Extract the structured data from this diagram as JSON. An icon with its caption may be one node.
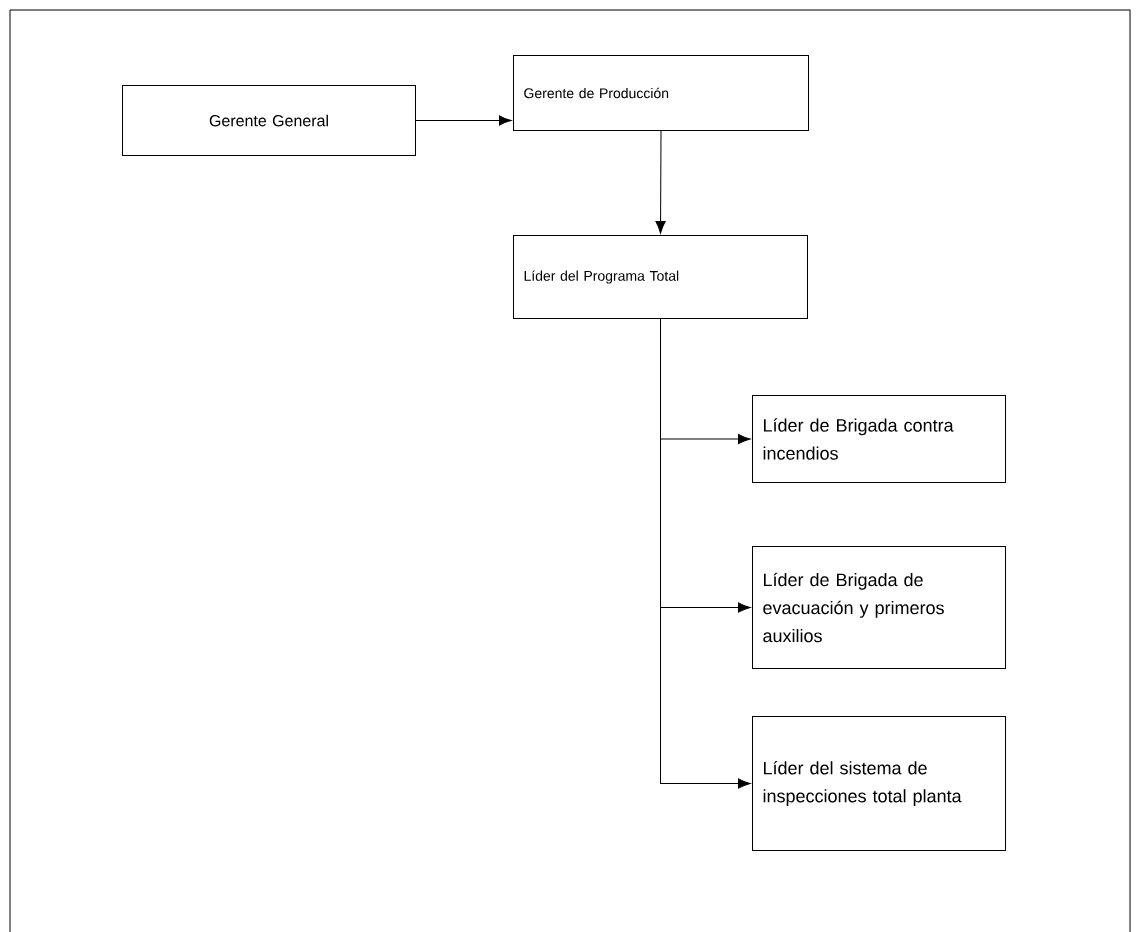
{
  "diagram": {
    "nodes": [
      {
        "text": [
          "Gerente General"
        ]
      },
      {
        "text": [
          "Gerente de Producción"
        ]
      },
      {
        "text": [
          "Líder del Programa Total"
        ]
      },
      {
        "text": [
          "Líder de Brigada contra incendios"
        ]
      },
      {
        "text": [
          "Líder de Brigada de evacuación y primeros auxilios"
        ]
      },
      {
        "text": [
          "Líder del sistema de inspecciones total planta"
        ]
      }
    ],
    "edges": [
      {
        "from": 0,
        "to": 1,
        "arrow": "to"
      },
      {
        "from": 1,
        "to": 2,
        "arrow": "to"
      },
      {
        "from": 2,
        "to": 3,
        "arrow": "to"
      },
      {
        "from": 2,
        "to": 4,
        "arrow": "to"
      },
      {
        "from": 2,
        "to": 5,
        "arrow": "to"
      }
    ]
  }
}
